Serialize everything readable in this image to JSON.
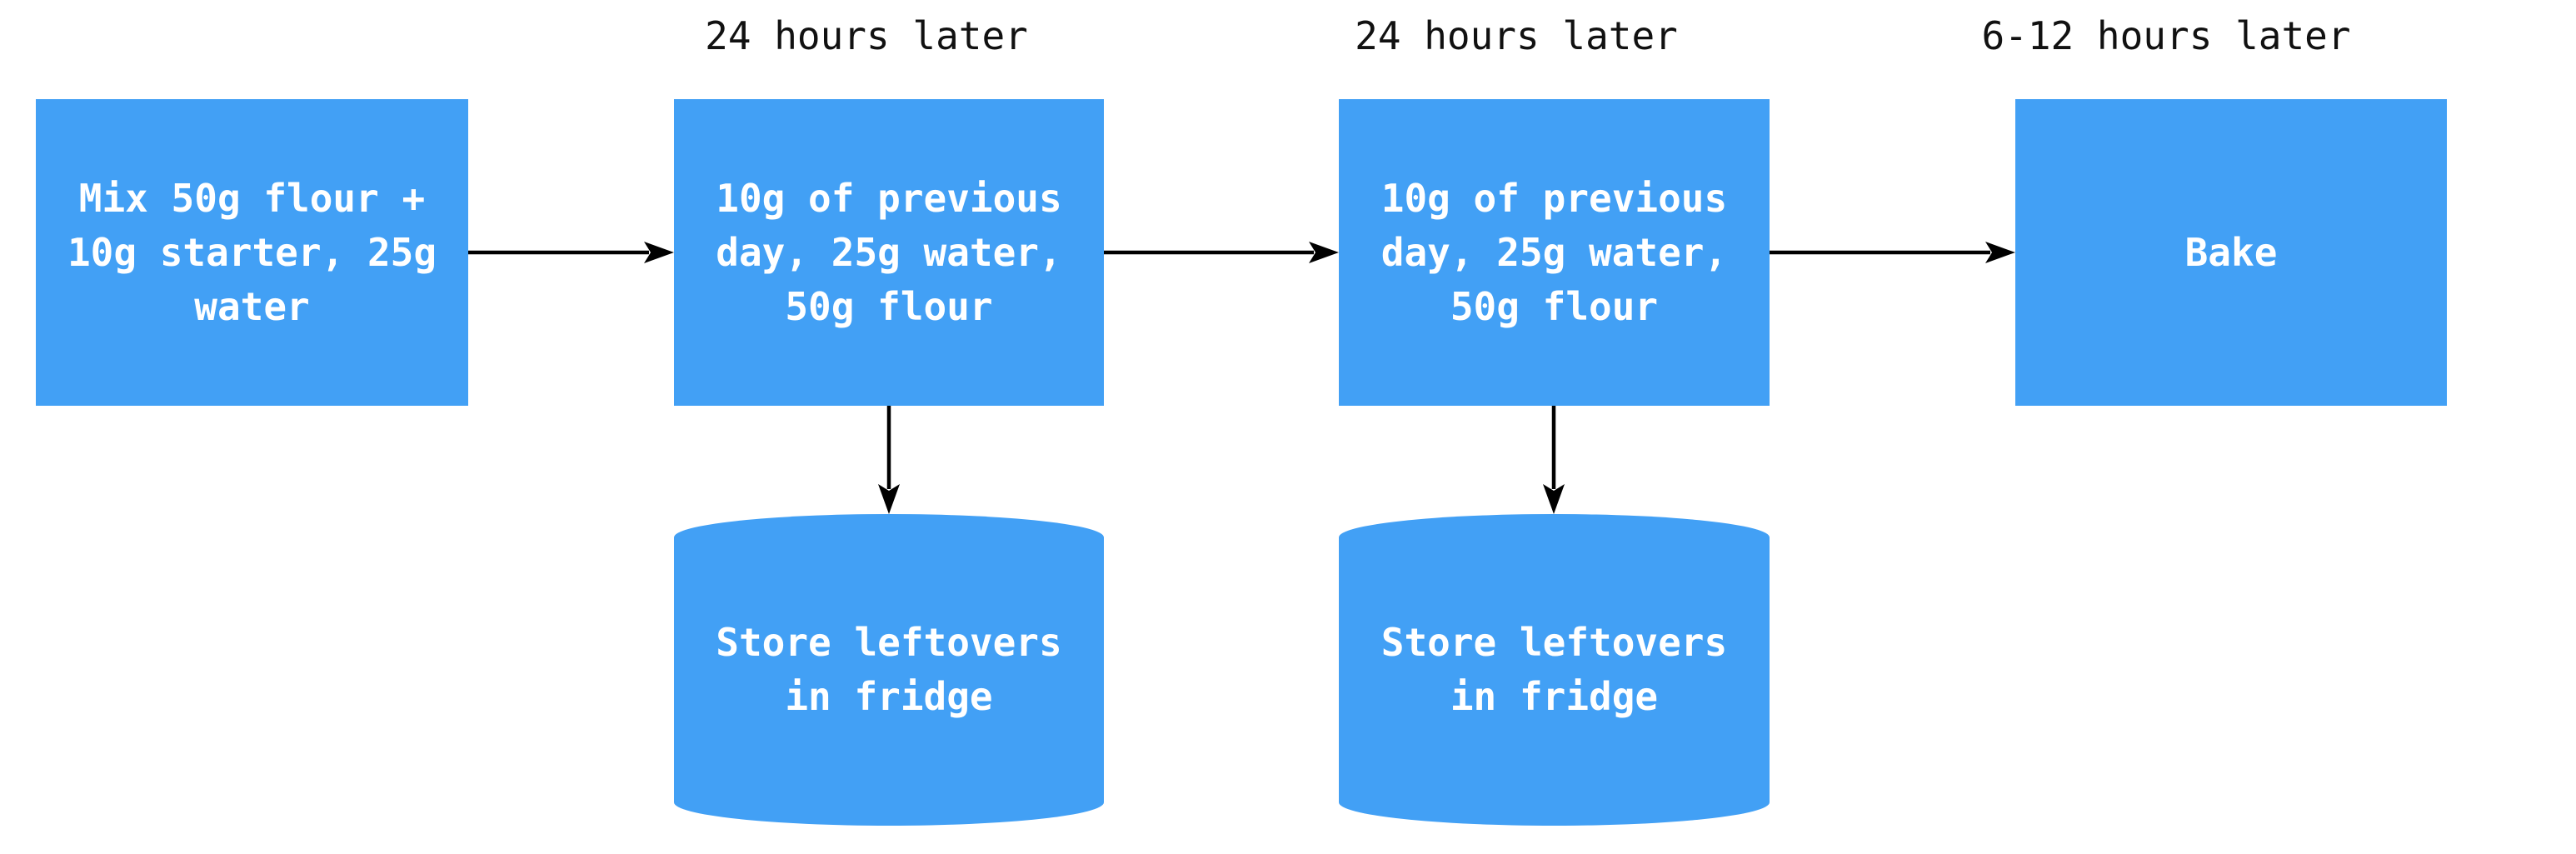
{
  "diagram": {
    "type": "flowchart",
    "direction": "left-to-right",
    "colors": {
      "node_fill": "#42A0F5",
      "node_text": "#FFFFFF",
      "edge_label_text": "#111111",
      "arrow": "#000000",
      "background": "#FFFFFF"
    },
    "nodes": [
      {
        "id": "mix",
        "shape": "rect",
        "label": "Mix 50g flour +\n10g starter, 25g\nwater"
      },
      {
        "id": "feed-day-2",
        "shape": "rect",
        "label": "10g of previous\nday, 25g water,\n50g flour"
      },
      {
        "id": "feed-day-3",
        "shape": "rect",
        "label": "10g of previous\nday, 25g water,\n50g flour"
      },
      {
        "id": "bake",
        "shape": "rect",
        "label": "Bake"
      },
      {
        "id": "store-1",
        "shape": "cylinder",
        "label": "Store leftovers\nin fridge"
      },
      {
        "id": "store-2",
        "shape": "cylinder",
        "label": "Store leftovers\nin fridge"
      }
    ],
    "edge_labels": [
      {
        "text": "24 hours later"
      },
      {
        "text": "24 hours later"
      },
      {
        "text": "6-12 hours later"
      }
    ],
    "edges": [
      {
        "from": "mix",
        "to": "feed-day-2",
        "label": "24 hours later"
      },
      {
        "from": "feed-day-2",
        "to": "feed-day-3",
        "label": "24 hours later"
      },
      {
        "from": "feed-day-3",
        "to": "bake",
        "label": "6-12 hours later"
      },
      {
        "from": "feed-day-2",
        "to": "store-1",
        "label": ""
      },
      {
        "from": "feed-day-3",
        "to": "store-2",
        "label": ""
      }
    ]
  }
}
